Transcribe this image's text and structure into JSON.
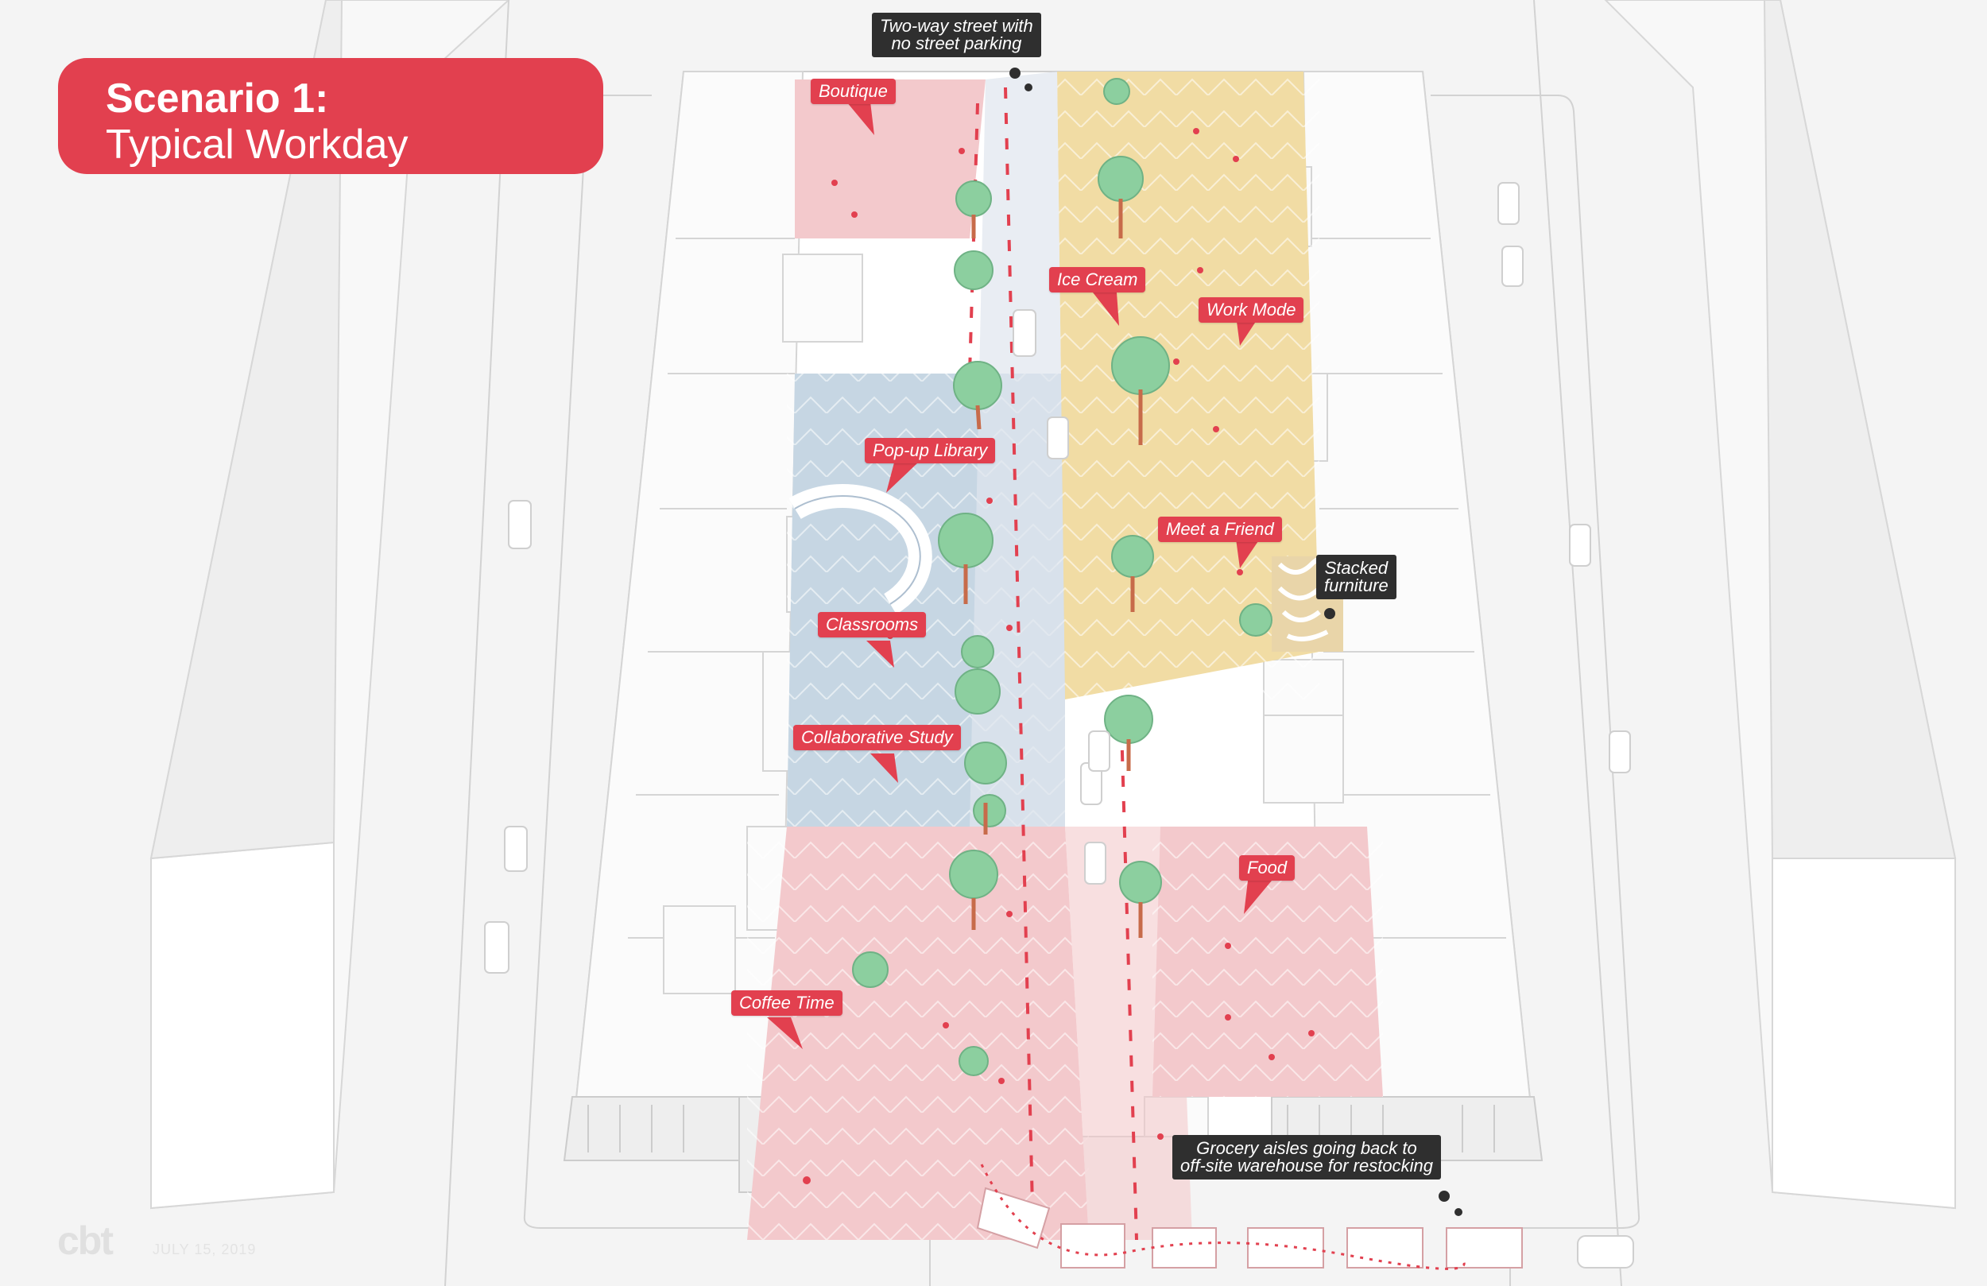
{
  "title": {
    "line1": "Scenario 1:",
    "line2": "Typical Workday"
  },
  "labels": {
    "boutique": "Boutique",
    "ice_cream": "Ice Cream",
    "work_mode": "Work Mode",
    "popup_library": "Pop-up Library",
    "meet_a_friend": "Meet a Friend",
    "classrooms": "Classrooms",
    "collaborative_study": "Collaborative Study",
    "food": "Food",
    "coffee_time": "Coffee Time"
  },
  "notes": {
    "street": "Two-way street with\nno street parking",
    "stacked": "Stacked\nfurniture",
    "grocery": "Grocery aisles going back to\noff-site warehouse for restocking"
  },
  "footer": {
    "logo": "cbt",
    "date": "JULY 15, 2019"
  },
  "colors": {
    "accent": "#e2404f",
    "note_bg": "#2f2f2f",
    "zone_pink": "#f3c9cc",
    "zone_blue": "#c6d6e3",
    "zone_yellow": "#f1dca4",
    "tree": "#8ccf9f"
  }
}
